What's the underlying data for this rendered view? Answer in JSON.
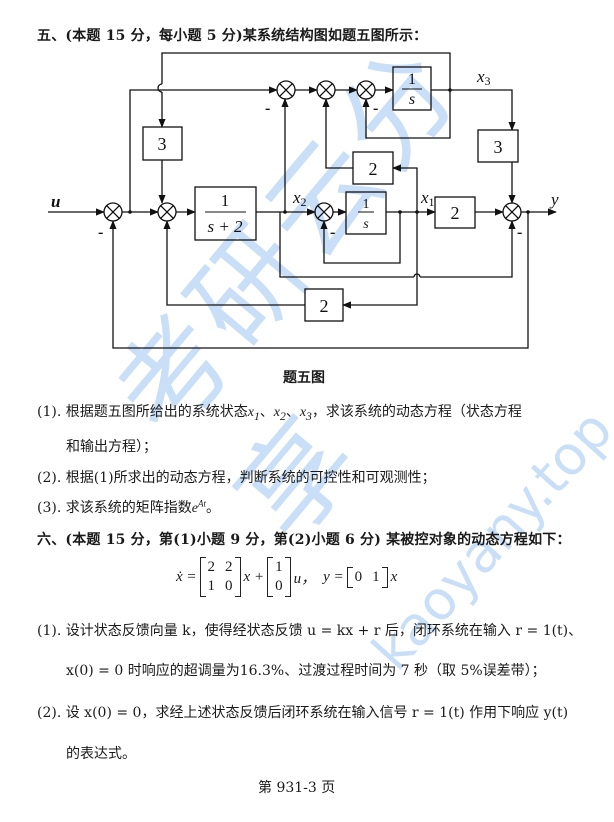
{
  "q5": {
    "heading": "五、(本题 15 分，每小题 5 分)某系统结构图如题五图所示：",
    "diagram": {
      "input_label": "u",
      "output_label": "y",
      "state_labels": {
        "x1": "x",
        "x1_sub": "1",
        "x2": "x",
        "x2_sub": "2",
        "x3": "x",
        "x3_sub": "3"
      },
      "blocks": {
        "integrator_top": {
          "num": "1",
          "den": "s"
        },
        "gain_left_3": "3",
        "gain_right_3": "3",
        "gain_mid_2": "2",
        "first_order": {
          "num": "1",
          "den": "s + 2"
        },
        "integrator_mid": {
          "num": "1",
          "den": "s"
        },
        "gain_x1_2": "2",
        "gain_bottom_2": "2"
      },
      "minus_sign": "-",
      "caption": "题五图"
    },
    "items": [
      {
        "num": "(1).",
        "line1_pre": "根据题五图所给出的系统状态",
        "vars": [
          "x1",
          "x2",
          "x3"
        ],
        "line1_post": "，求该系统的动态方程（状态方程",
        "line2": "和输出方程）；"
      },
      {
        "num": "(2).",
        "text": "根据(1)所求出的动态方程，判断系统的可控性和可观测性；"
      },
      {
        "num": "(3).",
        "text_pre": "求该系统的矩阵指数",
        "expr": "e",
        "expr_sup": "At",
        "text_post": "。"
      }
    ]
  },
  "q6": {
    "heading": "六、(本题 15 分，第(1)小题 9 分，第(2)小题 6 分) 某被控对象的动态方程如下：",
    "equation": {
      "lhs": "ẋ =",
      "A": [
        [
          "2",
          "2"
        ],
        [
          "1",
          "0"
        ]
      ],
      "x_plus": "x +",
      "B": [
        [
          "1"
        ],
        [
          "0"
        ]
      ],
      "u_sep": "u，",
      "y_eq": "y =",
      "C": [
        [
          "0",
          "1"
        ]
      ],
      "x_end": "x"
    },
    "items": [
      {
        "num": "(1).",
        "line1": "设计状态反馈向量 k，使得经状态反馈 u = kx + r 后，闭环系统在输入 r = 1(t)、",
        "line2": "x(0) = 0 时响应的超调量为16.3%、过渡过程时间为 7 秒（取 5%误差带）；"
      },
      {
        "num": "(2).",
        "line1": "设 x(0) = 0，求经上述状态反馈后闭环系统在输入信号 r = 1(t) 作用下响应 y(t)",
        "line2": "的表达式。"
      }
    ]
  },
  "footer": {
    "page": "第 931-3 页"
  },
  "watermark": {
    "cn": "考研云分享",
    "url": "kaoyany.top",
    "color": "#9ec4f2"
  }
}
